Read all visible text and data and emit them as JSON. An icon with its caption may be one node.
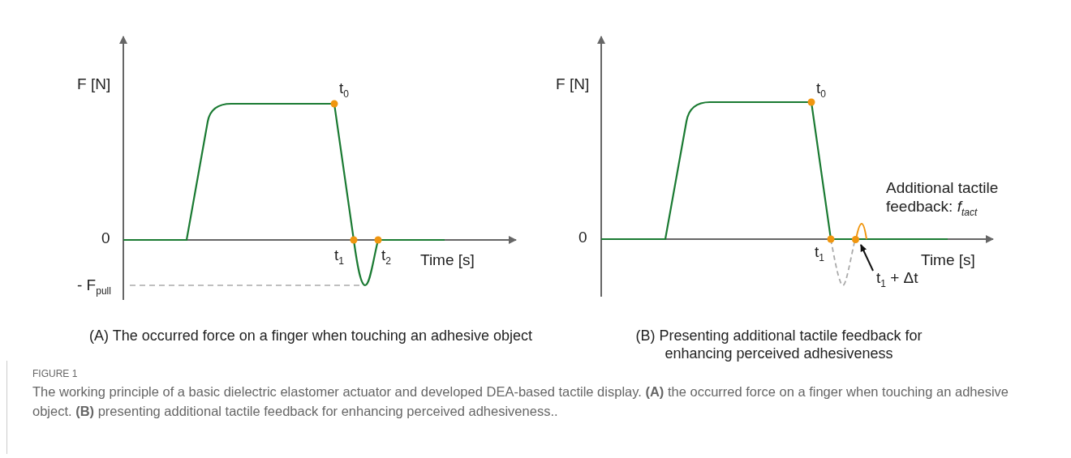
{
  "diagram": {
    "title": "FIGURE 1",
    "caption": "The working principle of a basic dielectric elastomer actuator and developed DEA-based tactile display. **(A)** the occurred force on a finger when touching an adhesive object. **(B)** presenting additional tactile feedback for enhancing perceived adhesiveness..",
    "nodes": [
      {
        "text": [
          "t$_{1}$ + Δt"
        ]
      },
      {
        "text": [],
        "shape": "circle"
      }
    ],
    "edges": [
      {
        "from": 0,
        "to": 1,
        "arrow": "to"
      }
    ],
    "labels": [
      "F [N]",
      "t$_{0}$",
      "0",
      "t$_{1}$",
      "t$_{2}$",
      "Time [s]",
      "- F$_{pull}$",
      "F [N]",
      "t$_{0}$",
      "Additional tactile feedback: *f*$_{tact}$",
      "0",
      "t$_{1}$",
      "Time [s]",
      "(A) The occurred force on a finger when touching an adhesive object",
      "(B) Presenting additional tactile feedback for enhancing perceived adhesiveness"
    ]
  }
}
